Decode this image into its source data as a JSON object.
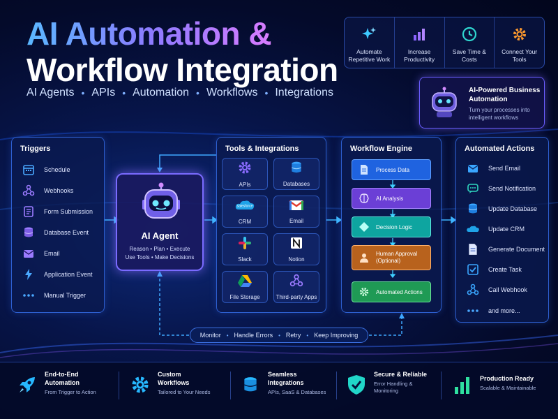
{
  "header": {
    "title_line1": "AI Automation &",
    "title_line2": "Workflow Integration",
    "tags": [
      "AI Agents",
      "APIs",
      "Automation",
      "Workflows",
      "Integrations"
    ],
    "tag_separator": "•"
  },
  "features": [
    {
      "label": "Automate Repetitive Work",
      "icon": "sparkle-icon"
    },
    {
      "label": "Increase Productivity",
      "icon": "bar-chart-icon"
    },
    {
      "label": "Save Time & Costs",
      "icon": "clock-icon"
    },
    {
      "label": "Connect Your Tools",
      "icon": "gear-icon"
    }
  ],
  "ai_business": {
    "title": "AI-Powered Business Automation",
    "subtitle": "Turn your processes into intelligent workflows"
  },
  "triggers": {
    "title": "Triggers",
    "items": [
      "Schedule",
      "Webhooks",
      "Form Submission",
      "Database Event",
      "Email",
      "Application Event",
      "Manual Trigger"
    ]
  },
  "agent": {
    "title": "AI Agent",
    "line1": "Reason • Plan • Execute",
    "line2": "Use Tools • Make Decisions"
  },
  "tools": {
    "title": "Tools & Integrations",
    "salesforce_logo": "salesforce",
    "items": [
      "APIs",
      "Databases",
      "CRM",
      "Email",
      "Slack",
      "Notion",
      "File Storage",
      "Third-party Apps"
    ]
  },
  "workflow": {
    "title": "Workflow Engine",
    "steps": [
      "Process Data",
      "AI Analysis",
      "Decision Logic",
      "Human Approval (Optional)",
      "Automated Actions"
    ]
  },
  "actions": {
    "title": "Automated Actions",
    "items": [
      "Send Email",
      "Send Notification",
      "Update Database",
      "Update CRM",
      "Generate Document",
      "Create Task",
      "Call Webhook",
      "and more..."
    ]
  },
  "monitor": [
    "Monitor",
    "Handle Errors",
    "Retry",
    "Keep Improving"
  ],
  "bottom": [
    {
      "title": "End-to-End Automation",
      "sub": "From Trigger to Action"
    },
    {
      "title": "Custom Workflows",
      "sub": "Tailored to Your Needs"
    },
    {
      "title": "Seamless Integrations",
      "sub": "APIs, SaaS & Databases"
    },
    {
      "title": "Secure & Reliable",
      "sub": "Error Handling & Monitoring"
    },
    {
      "title": "Production Ready",
      "sub": "Scalable & Maintainable"
    }
  ],
  "colors": {
    "accent_blue": "#3a8dff",
    "accent_purple": "#7a6bff",
    "cyan": "#27d3ff",
    "step_blue": "#1f63e0",
    "step_purple": "#6b3fd6",
    "step_teal": "#0ea5a0",
    "step_orange": "#b8621d",
    "step_green": "#1f9a55"
  }
}
